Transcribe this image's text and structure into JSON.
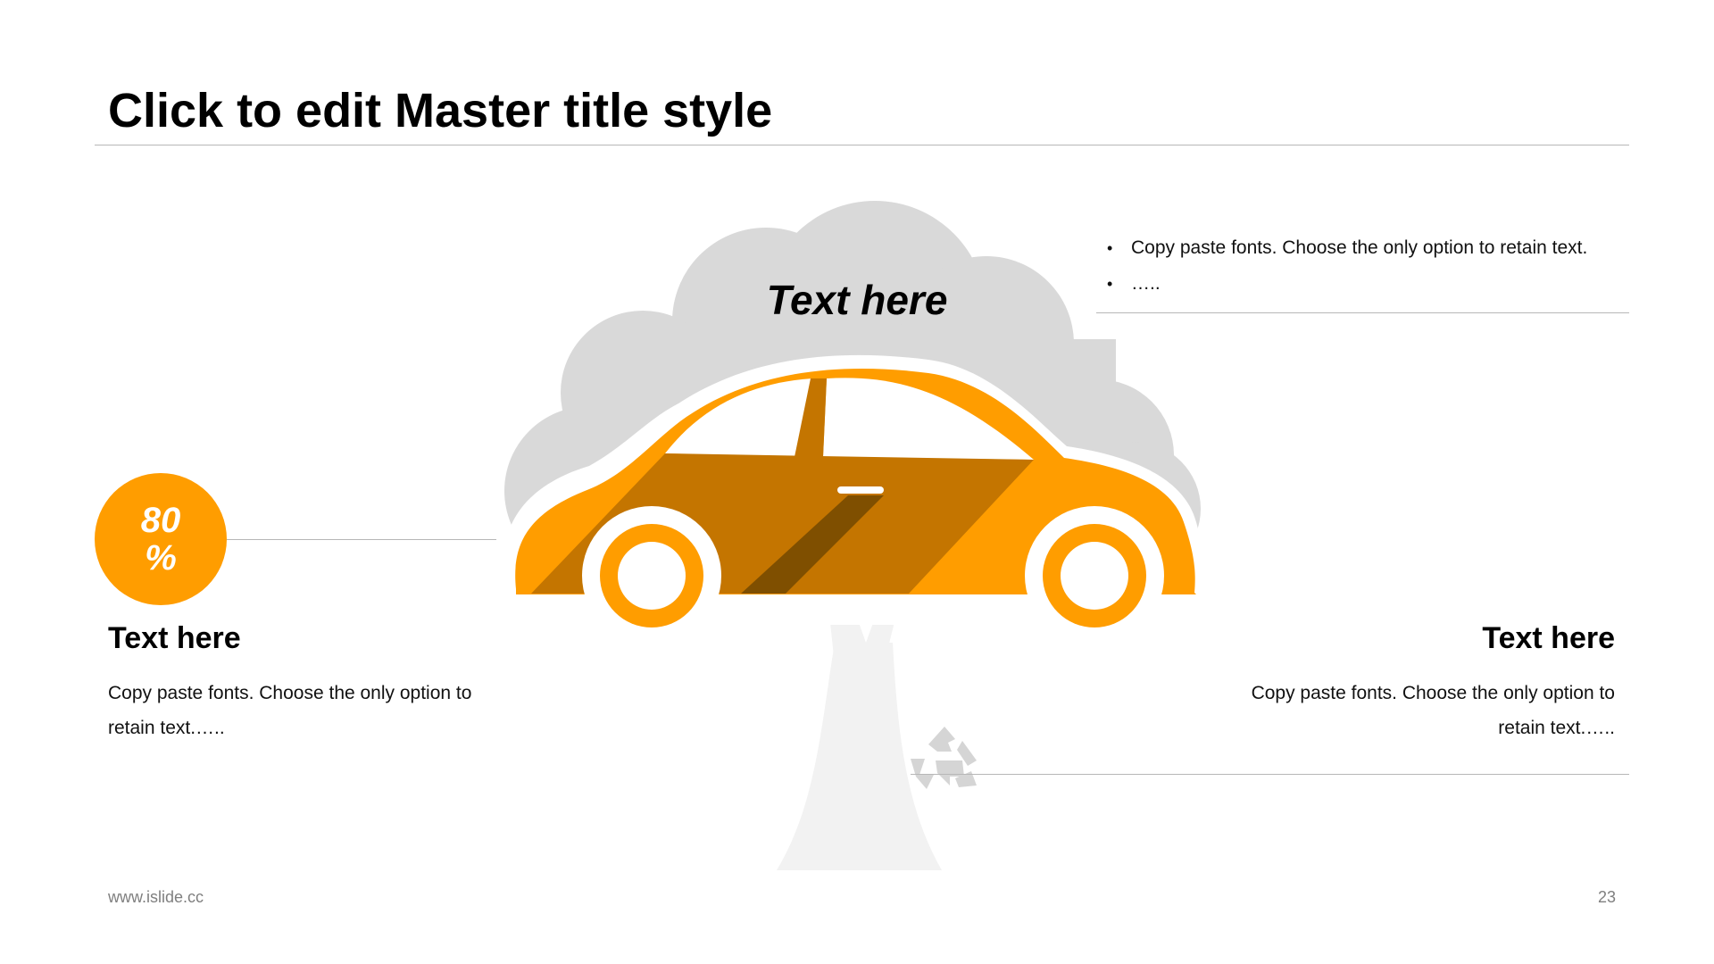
{
  "slide": {
    "title": "Click to edit Master title style",
    "page_number": "23",
    "website": "www.islide.cc"
  },
  "cloud": {
    "label": "Text here"
  },
  "top_right": {
    "bullets": [
      "Copy paste fonts. Choose the only option to retain text.",
      "….."
    ]
  },
  "badge": {
    "value": "80 %"
  },
  "left_block": {
    "heading": "Text here",
    "body": "Copy paste fonts. Choose the only option to retain text.….."
  },
  "right_block": {
    "heading": "Text here",
    "body": "Copy paste fonts. Choose the only option to retain text.….."
  },
  "colors": {
    "accent": "#ff9d00",
    "accent_dark": "#c47500",
    "accent_darker": "#7f4f00",
    "cloud": "#d9d9d9",
    "tree": "#f2f2f2",
    "divider": "#b7b7b7"
  },
  "icons": {
    "recycle": "recycle-icon"
  }
}
